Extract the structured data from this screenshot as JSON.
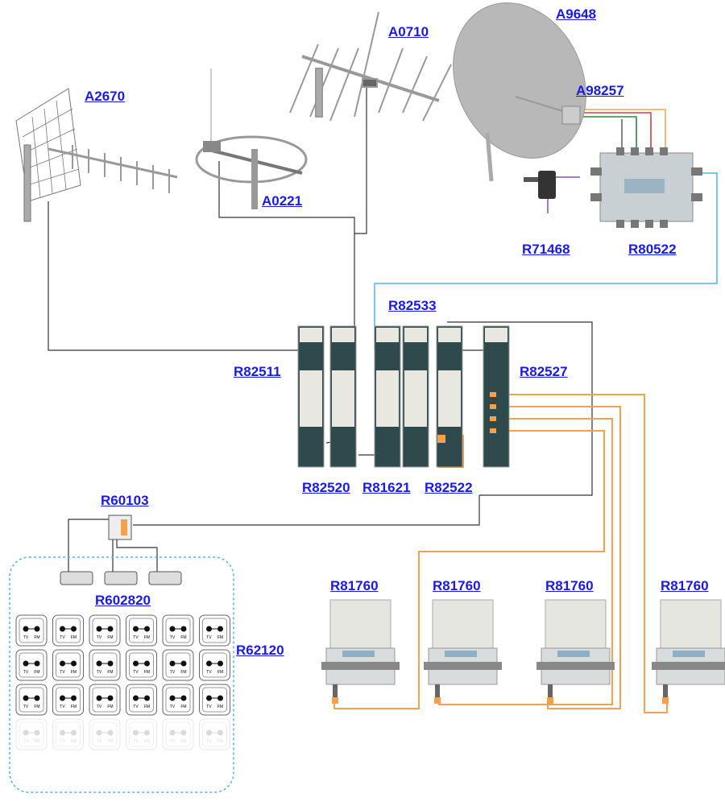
{
  "labels": {
    "a2670": "A2670",
    "a0221": "A0221",
    "a0710": "A0710",
    "a9648": "A9648",
    "a98257": "A98257",
    "r71468": "R71468",
    "r80522": "R80522",
    "r82533": "R82533",
    "r82511": "R82511",
    "r82527": "R82527",
    "r82520": "R82520",
    "r81621": "R81621",
    "r82522": "R82522",
    "r60103": "R60103",
    "r602820": "R602820",
    "r62120": "R62120",
    "r81760": [
      "R81760",
      "R81760",
      "R81760",
      "R81760"
    ]
  },
  "outlet": {
    "tv": "TV",
    "fm": "FM"
  },
  "colors": {
    "link": "#1a1ae6",
    "cable_orange": "#f5a04a",
    "cable_blue": "#4fb4e8",
    "cable_purple": "#8a4fb0",
    "frame_dashed": "#4fb4e8"
  }
}
